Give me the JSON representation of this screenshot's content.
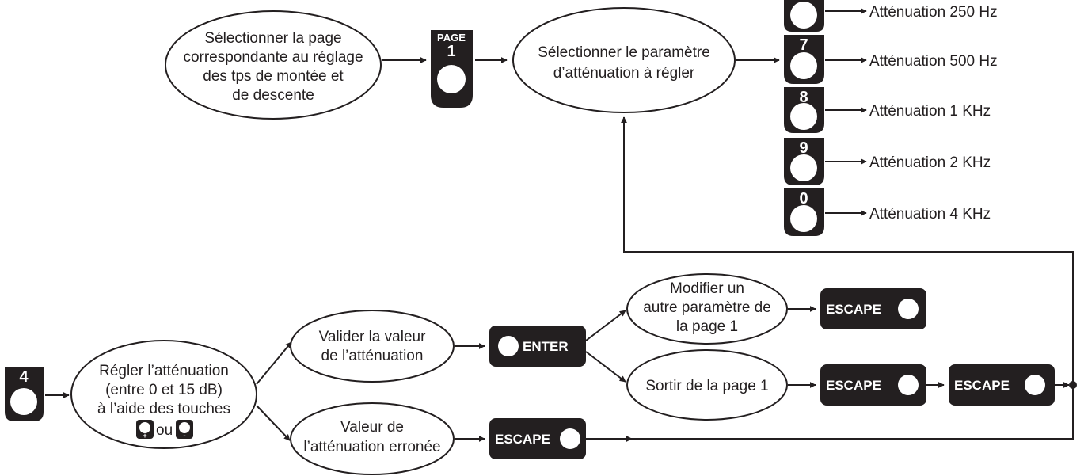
{
  "colors": {
    "ink": "#231f20",
    "paper": "#ffffff"
  },
  "nodes": {
    "select_page": [
      "Sélectionner la page",
      "correspondante au réglage",
      "des tps de montée et",
      "de descente"
    ],
    "select_param": [
      "Sélectionner le paramètre",
      "d’atténuation à régler"
    ],
    "adjust": [
      "Régler l’atténuation",
      "(entre 0 et 15 dB)",
      "à l’aide des touches"
    ],
    "adjust_or": "ou",
    "validate": [
      "Valider la valeur",
      "de l’atténuation"
    ],
    "wrong": [
      "Valeur de",
      "l’atténuation erronée"
    ],
    "modify": [
      "Modifier un",
      "autre paramètre de",
      "la page 1"
    ],
    "exit": [
      "Sortir de la page 1"
    ]
  },
  "keys": {
    "page_label": "PAGE",
    "page_number": "1",
    "key_4": "4",
    "enter": "ENTER",
    "escape": "ESCAPE"
  },
  "attenuations": [
    {
      "key": "",
      "label": "Atténuation 250 Hz"
    },
    {
      "key": "7",
      "label": "Atténuation 500 Hz"
    },
    {
      "key": "8",
      "label": "Atténuation 1 KHz"
    },
    {
      "key": "9",
      "label": "Atténuation 2 KHz"
    },
    {
      "key": "0",
      "label": "Atténuation 4 KHz"
    }
  ]
}
